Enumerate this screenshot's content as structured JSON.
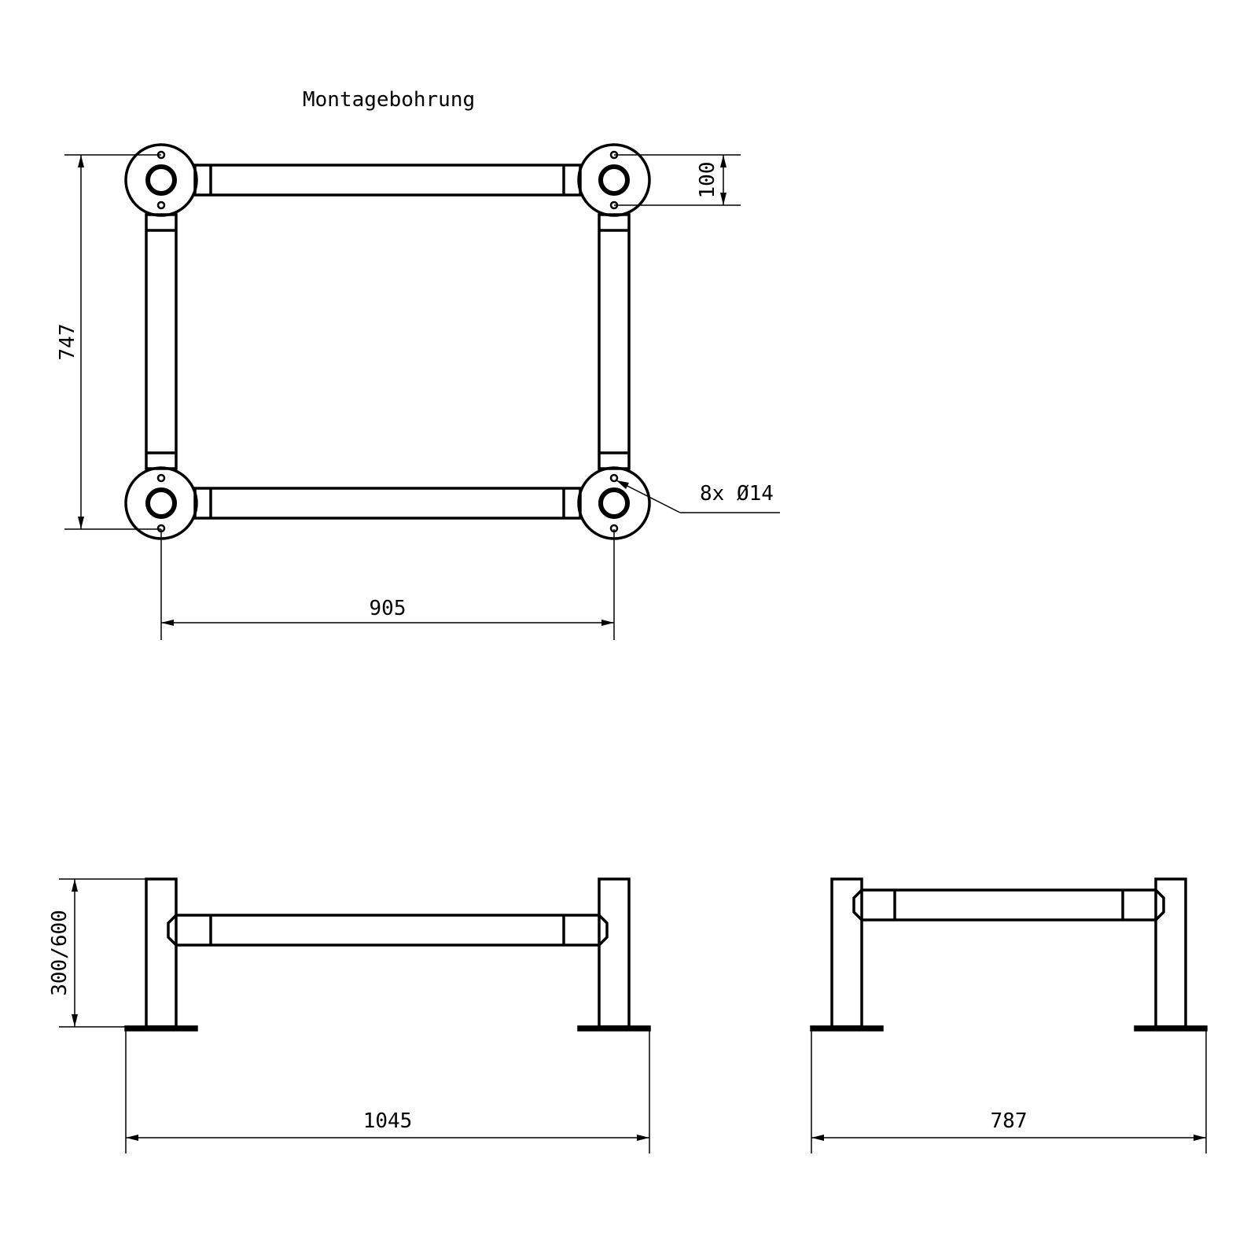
{
  "labels": {
    "title": "Montagebohrung",
    "height_top": "747",
    "flange_hole_spacing": "100",
    "width_top": "905",
    "holes": "8x Ø14",
    "height_front": "300/600",
    "length_front": "1045",
    "length_side": "787"
  }
}
